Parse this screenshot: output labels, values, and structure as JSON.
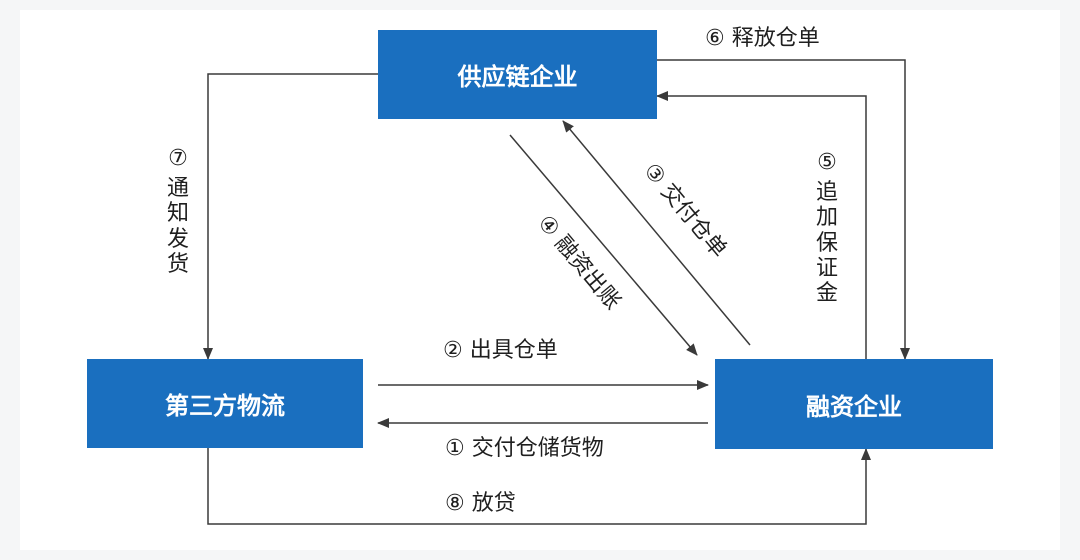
{
  "nodes": {
    "supply_chain": "供应链企业",
    "logistics": "第三方物流",
    "financing": "融资企业"
  },
  "steps": {
    "s1": "① 交付仓储货物",
    "s2": "② 出具仓单",
    "s3": "③ 交付仓单",
    "s4": "④ 融资出账",
    "s5_num": "⑤",
    "s5_text": "追加保证金",
    "s6": "⑥ 释放仓单",
    "s7_num": "⑦",
    "s7_text": "通知发货",
    "s8": "⑧ 放贷"
  },
  "colors": {
    "box": "#1a6fbf",
    "line": "#3a3a3a",
    "text": "#1f1f1f"
  }
}
